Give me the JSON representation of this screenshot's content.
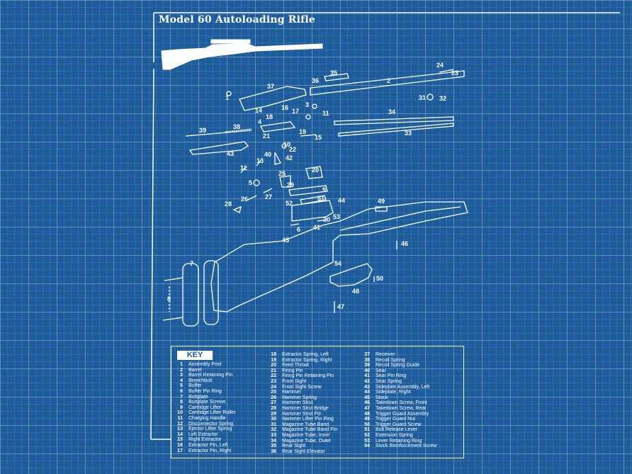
{
  "title": "Model 60 Autoloading Rifle",
  "key": {
    "heading": "KEY",
    "columns": [
      [
        {
          "num": "1",
          "name": "Assembly Post"
        },
        {
          "num": "2",
          "name": "Barrel"
        },
        {
          "num": "3",
          "name": "Barrel Retaining Pin"
        },
        {
          "num": "4",
          "name": "Breechbolt"
        },
        {
          "num": "5",
          "name": "Buffer"
        },
        {
          "num": "6",
          "name": "Buffer Pin Ring"
        },
        {
          "num": "7",
          "name": "Buttplate"
        },
        {
          "num": "8",
          "name": "Buttplate Screws"
        },
        {
          "num": "9",
          "name": "Cartridge Lifter"
        },
        {
          "num": "10",
          "name": "Cartridge Lifter Roller"
        },
        {
          "num": "11",
          "name": "Charging Handle"
        },
        {
          "num": "12",
          "name": "Disconnector Spring"
        },
        {
          "num": "13",
          "name": "Ejector Lifter Spring"
        },
        {
          "num": "14",
          "name": "Left Extractor"
        },
        {
          "num": "15",
          "name": "Right Extractor"
        },
        {
          "num": "16",
          "name": "Extractor Pin, Left"
        },
        {
          "num": "17",
          "name": "Extractor Pin, Right"
        }
      ],
      [
        {
          "num": "18",
          "name": "Extractor Spring, Left"
        },
        {
          "num": "19",
          "name": "Extractor Spring, Right"
        },
        {
          "num": "20",
          "name": "Feed Throat"
        },
        {
          "num": "21",
          "name": "Firing Pin"
        },
        {
          "num": "22",
          "name": "Firing Pin Retaining Pin"
        },
        {
          "num": "23",
          "name": "Front Sight"
        },
        {
          "num": "24",
          "name": "Front Sight Screw"
        },
        {
          "num": "25",
          "name": "Hammer"
        },
        {
          "num": "26",
          "name": "Hammer Spring"
        },
        {
          "num": "27",
          "name": "Hammer Strut"
        },
        {
          "num": "28",
          "name": "Hammer Strut Bridge"
        },
        {
          "num": "29",
          "name": "Hammer Strut Pin"
        },
        {
          "num": "30",
          "name": "Hammer Lifter Pin Ring"
        },
        {
          "num": "31",
          "name": "Magazine Tube Band"
        },
        {
          "num": "32",
          "name": "Magazine Tube Band Pin"
        },
        {
          "num": "33",
          "name": "Magazine Tube, Inner"
        },
        {
          "num": "34",
          "name": "Magazine Tube, Outer"
        },
        {
          "num": "35",
          "name": "Rear Sight"
        },
        {
          "num": "36",
          "name": "Rear Sight Elevator"
        }
      ],
      [
        {
          "num": "37",
          "name": "Receiver"
        },
        {
          "num": "38",
          "name": "Recoil Spring"
        },
        {
          "num": "39",
          "name": "Recoil Spring Guide"
        },
        {
          "num": "40",
          "name": "Sear"
        },
        {
          "num": "41",
          "name": "Sear Pin Ring"
        },
        {
          "num": "42",
          "name": "Sear Spring"
        },
        {
          "num": "43",
          "name": "Sideplate Assembly, Left"
        },
        {
          "num": "44",
          "name": "Sideplate, Right"
        },
        {
          "num": "45",
          "name": "Stock"
        },
        {
          "num": "46",
          "name": "Takedown Screw, Front"
        },
        {
          "num": "47",
          "name": "Takedown Screw, Rear"
        },
        {
          "num": "48",
          "name": "Trigger Guard Assembly"
        },
        {
          "num": "49",
          "name": "Trigger Guard Nut"
        },
        {
          "num": "50",
          "name": "Trigger Guard Screw"
        },
        {
          "num": "51",
          "name": "Bolt Release Lever"
        },
        {
          "num": "52",
          "name": "Extension Spring"
        },
        {
          "num": "53",
          "name": "Lever Retaining Ring"
        },
        {
          "num": "54",
          "name": "Stock Reinforcement Screw"
        }
      ]
    ]
  },
  "callouts": [
    "1",
    "2",
    "3",
    "4",
    "5",
    "6",
    "7",
    "8",
    "9",
    "10",
    "11",
    "12",
    "13",
    "14",
    "15",
    "16",
    "17",
    "18",
    "19",
    "20",
    "21",
    "22",
    "23",
    "24",
    "25",
    "26",
    "27",
    "28",
    "29",
    "30",
    "31",
    "32",
    "33",
    "34",
    "35",
    "36",
    "37",
    "38",
    "39",
    "40",
    "41",
    "42",
    "43",
    "44",
    "45",
    "46",
    "47",
    "48",
    "49",
    "50",
    "51",
    "52",
    "53",
    "54"
  ],
  "colors": {
    "background": "#1e5d9c",
    "line": "#ffffff"
  }
}
